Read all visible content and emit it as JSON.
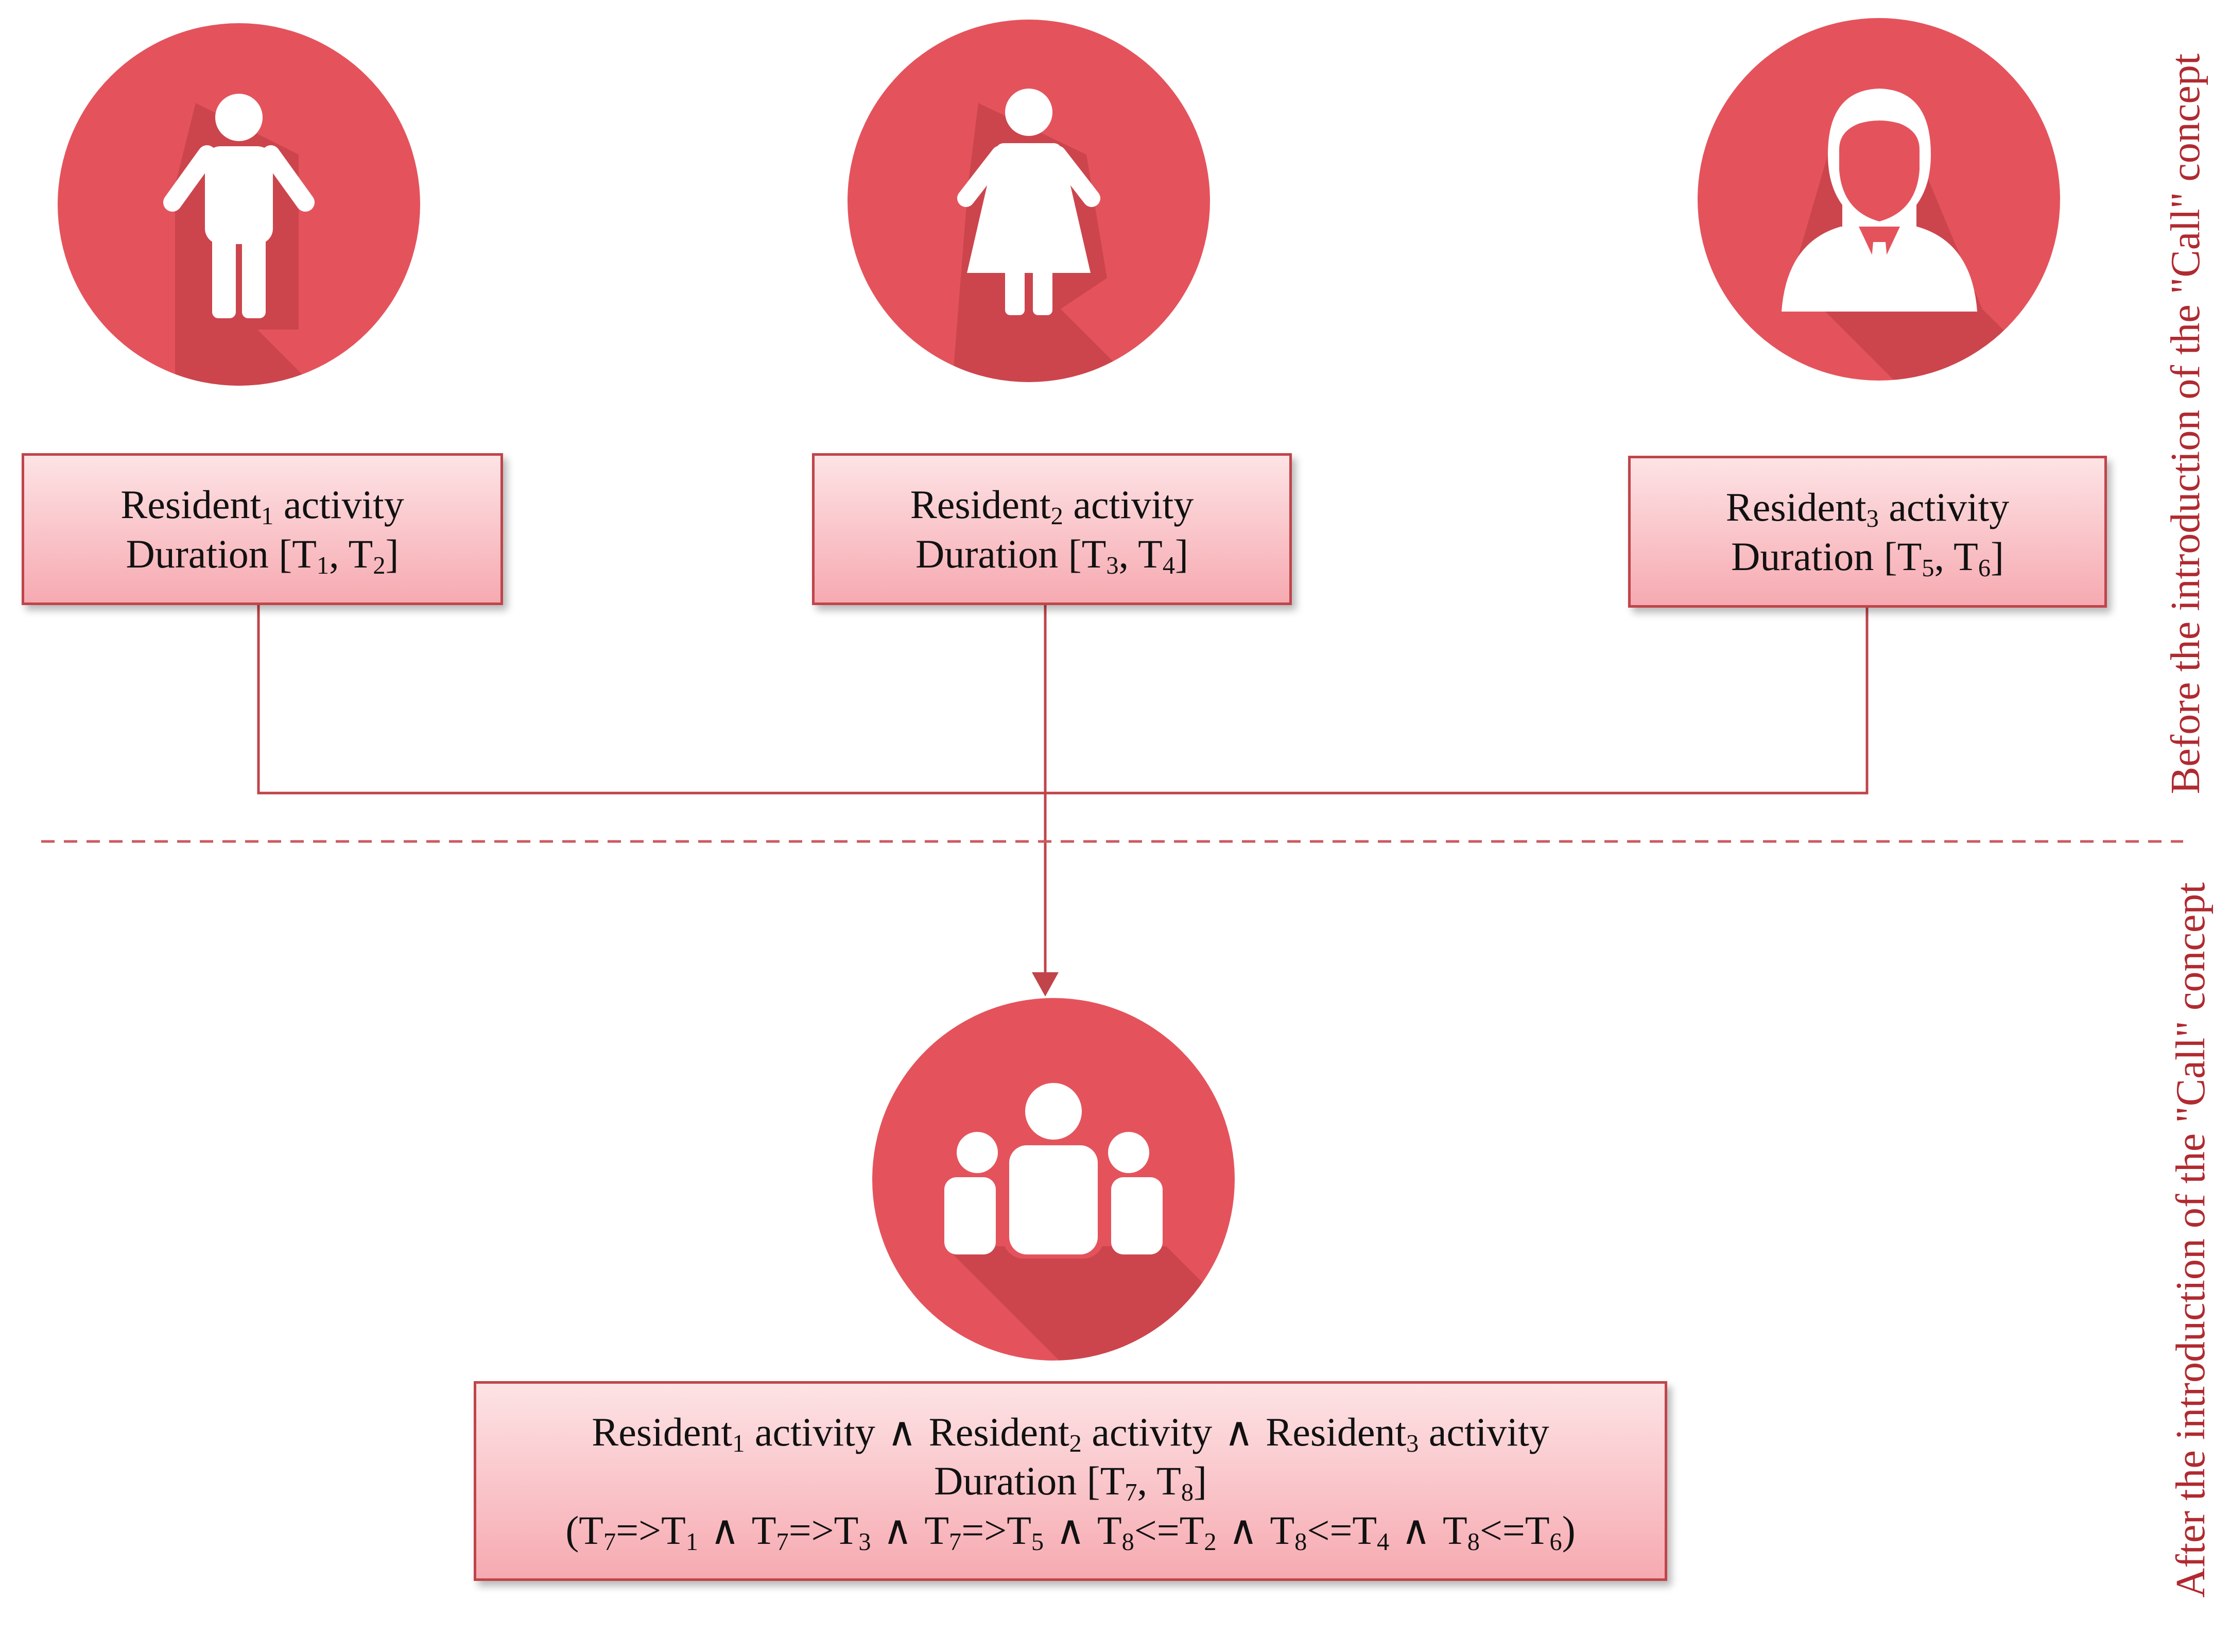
{
  "colors": {
    "circle": "#e4535c",
    "circle_shadow": "#b83a42",
    "connector": "#c0444a",
    "divider": "#cc5a60",
    "side_label": "#b02a30",
    "box_top": "#fde3e5",
    "box_bottom": "#f6aab1"
  },
  "icons": {
    "resident1": "male-person-icon",
    "resident2": "female-person-icon",
    "resident3": "businessman-icon",
    "group": "group-people-icon"
  },
  "resident1": {
    "name": "Resident",
    "sub": "1",
    "activity": "activity",
    "duration_prefix": "Duration [T",
    "t_start": "1",
    "t_sep": ", T",
    "t_end": "2",
    "duration_suffix": "]"
  },
  "resident2": {
    "name": "Resident",
    "sub": "2",
    "activity": "activity",
    "duration_prefix": "Duration [T",
    "t_start": "3",
    "t_sep": ", T",
    "t_end": "4",
    "duration_suffix": "]"
  },
  "resident3": {
    "name": "Resident",
    "sub": "3",
    "activity": "activity",
    "duration_prefix": "Duration [T",
    "t_start": "5",
    "t_sep": ", T",
    "t_end": "6",
    "duration_suffix": "]"
  },
  "combined": {
    "and": "∧",
    "resident": "Resident",
    "activity": "activity",
    "r1": "1",
    "r2": "2",
    "r3": "3",
    "duration_prefix": "Duration [T",
    "t7": "7",
    "sep": ", T",
    "t8": "8",
    "duration_suffix": "]",
    "open": "(",
    "close": ")",
    "T": "T",
    "ge": "=>",
    "le": "<=",
    "c1a": "7",
    "c1b": "1",
    "c2a": "7",
    "c2b": "3",
    "c3a": "7",
    "c3b": "5",
    "c4a": "8",
    "c4b": "2",
    "c5a": "8",
    "c5b": "4",
    "c6a": "8",
    "c6b": "6"
  },
  "side_labels": {
    "before": "Before the introduction of the \"Call\" concept",
    "after": "After the introduction of the \"Call\" concept"
  }
}
